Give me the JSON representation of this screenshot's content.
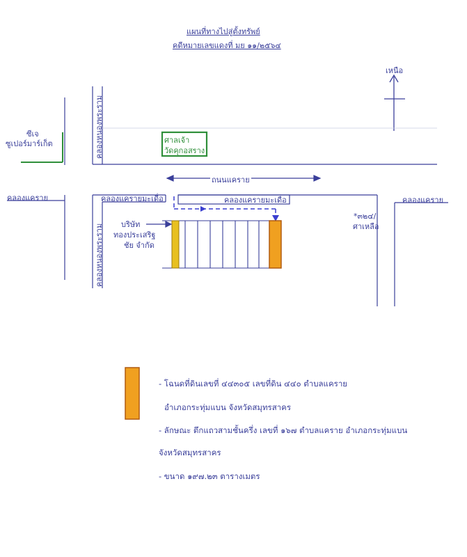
{
  "title": {
    "line1": "แผนที่ทางไปสู่ตั้งทรัพย์",
    "line2": "คดีหมายเลขแดงที่ มย ๑๑/๒๕๖๔"
  },
  "north_label": "เหนือ",
  "landmarks": {
    "market": [
      "ซีเจ",
      "ซูเปอร์มาร์เก็ต"
    ],
    "shrine": [
      "ศาลเจ้า",
      "วัดคุกอสราง"
    ],
    "company": [
      "บริษัท",
      "ทองประเสริฐ",
      "ชัย จำกัด"
    ],
    "house_no": [
      "*๓๒๔/",
      "ศาเหลือ"
    ]
  },
  "roads": {
    "main_road": "ถนนแคราย",
    "canal_left": "คลองแคราย",
    "canal_right": "คลองแคราย",
    "canal_mid_left": "คลองแครายมะเดื่อ",
    "canal_mid_right": "คลองแครายมะเดื่อ",
    "vertical_upper": "คลองหนองพระราม",
    "vertical_lower": "คลองหนองพระราม"
  },
  "legend": {
    "swatch_color": "#f0a020",
    "item1_line1": "- โฉนดที่ดินเลขที่ ๔๔๓๐๕ เลขที่ดิน ๔๔๐ ตำบลแคราย",
    "item1_line2": "อำเภอกระทุ่มแบน จังหวัดสมุทรสาคร",
    "item2_line1": "- ลักษณะ ตึกแถวสามชั้นครึ่ง เลขที่ ๑๖๗ ตำบลแคราย อำเภอกระทุ่มแบน",
    "item2_line2": "จังหวัดสมุทรสาคร",
    "item3": "- ขนาด ๑๙๗.๒๓ ตารางเมตร"
  },
  "colors": {
    "ink": "#3a3f9a",
    "landmark_green": "#2f8f3a",
    "property_orange": "#f0a020",
    "adjacent_yellow": "#e8c020",
    "route_blue": "#3a3fd0"
  }
}
